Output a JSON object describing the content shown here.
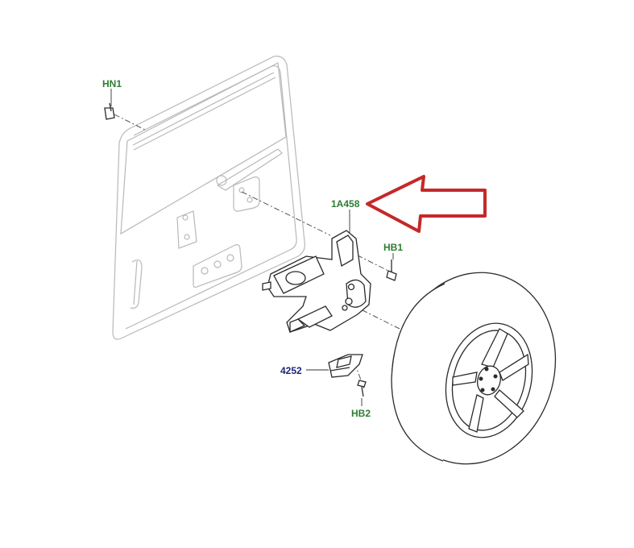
{
  "labels": {
    "hn1": "HN1",
    "part_1a458": "1A458",
    "hb1": "HB1",
    "part_4252": "4252",
    "hb2": "HB2"
  },
  "colors": {
    "label_green": "#2e7d32",
    "label_blue": "#1a237e",
    "arrow_red": "#c62828"
  }
}
